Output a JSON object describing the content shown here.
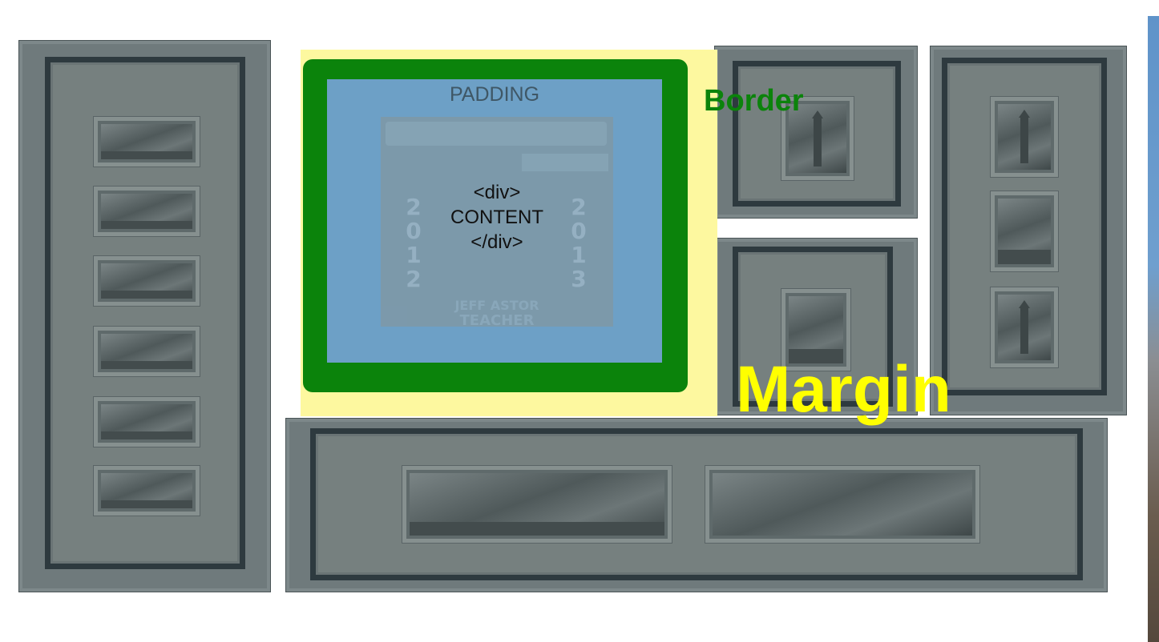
{
  "diagram": {
    "labels": {
      "padding": "PADDING",
      "content_lines": [
        "<div>",
        "CONTENT",
        "</div>"
      ],
      "border": "Border",
      "margin": "Margin"
    },
    "background_text": {
      "name_line1": "JEFF ASTOR",
      "name_line2": "TEACHER",
      "year_left": [
        "2",
        "0",
        "1",
        "2"
      ],
      "year_right": [
        "2",
        "0",
        "1",
        "3"
      ]
    },
    "colors": {
      "margin": "#fdf89f",
      "border": "#0b830b",
      "padding": "#6da0c6",
      "content": "#7f98a6",
      "margin_label": "#ffff00",
      "frames": "#6f7a7c"
    }
  }
}
